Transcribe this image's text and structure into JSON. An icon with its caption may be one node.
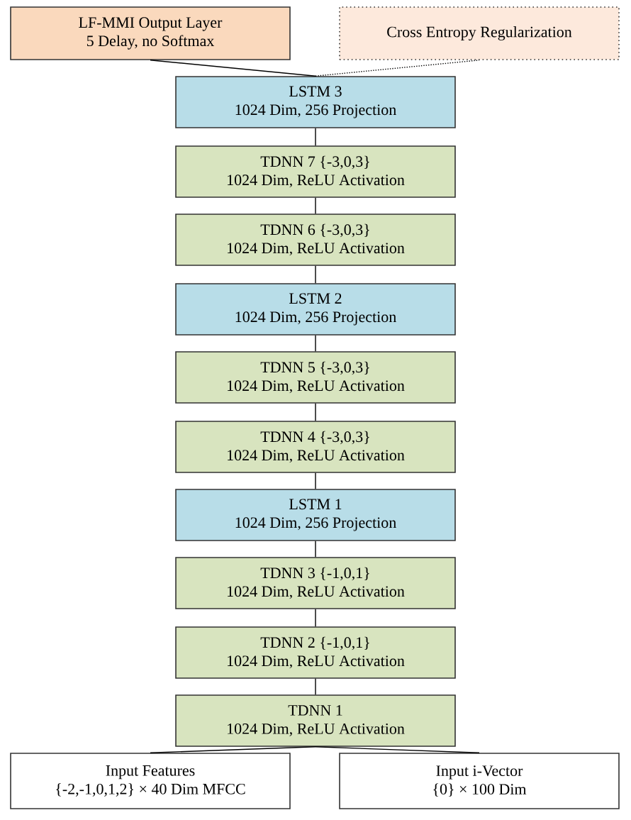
{
  "diagram": {
    "nodes": [
      {
        "text": [
          "LF-MMI Output Layer",
          "5 Delay, no Softmax"
        ]
      },
      {
        "text": [
          "Cross Entropy Regularization"
        ]
      },
      {
        "text": [
          "LSTM 3",
          "1024 Dim, 256 Projection"
        ]
      },
      {
        "text": [
          "TDNN 7 {-3,0,3}",
          "1024 Dim, ReLU Activation"
        ]
      },
      {
        "text": [
          "TDNN 6 {-3,0,3}",
          "1024 Dim, ReLU Activation"
        ]
      },
      {
        "text": [
          "LSTM 2",
          "1024 Dim, 256 Projection"
        ]
      },
      {
        "text": [
          "TDNN 5 {-3,0,3}",
          "1024 Dim, ReLU Activation"
        ]
      },
      {
        "text": [
          "TDNN 4 {-3,0,3}",
          "1024 Dim, ReLU Activation"
        ]
      },
      {
        "text": [
          "LSTM 1",
          "1024 Dim, 256 Projection"
        ]
      },
      {
        "text": [
          "TDNN 3 {-1,0,1}",
          "1024 Dim, ReLU Activation"
        ]
      },
      {
        "text": [
          "TDNN 2 {-1,0,1}",
          "1024 Dim, ReLU Activation"
        ]
      },
      {
        "text": [
          "TDNN 1",
          "1024 Dim, ReLU Activation"
        ]
      },
      {
        "text": [
          "Input Features",
          "{-2,-1,0,1,2} × 40 Dim MFCC"
        ]
      },
      {
        "text": [
          "Input i-Vector",
          "{0} × 100 Dim"
        ]
      }
    ],
    "edges": [
      {
        "from": 12,
        "to": 11,
        "arrow": "none"
      },
      {
        "from": 13,
        "to": 11,
        "arrow": "none"
      },
      {
        "from": 11,
        "to": 10,
        "arrow": "none"
      },
      {
        "from": 10,
        "to": 9,
        "arrow": "none"
      },
      {
        "from": 9,
        "to": 8,
        "arrow": "none"
      },
      {
        "from": 8,
        "to": 7,
        "arrow": "none"
      },
      {
        "from": 7,
        "to": 6,
        "arrow": "none"
      },
      {
        "from": 6,
        "to": 5,
        "arrow": "none"
      },
      {
        "from": 5,
        "to": 4,
        "arrow": "none"
      },
      {
        "from": 4,
        "to": 3,
        "arrow": "none"
      },
      {
        "from": 3,
        "to": 2,
        "arrow": "none"
      },
      {
        "from": 2,
        "to": 0,
        "arrow": "none"
      },
      {
        "from": 2,
        "to": 1,
        "arrow": "none",
        "style": "dashed"
      }
    ]
  }
}
